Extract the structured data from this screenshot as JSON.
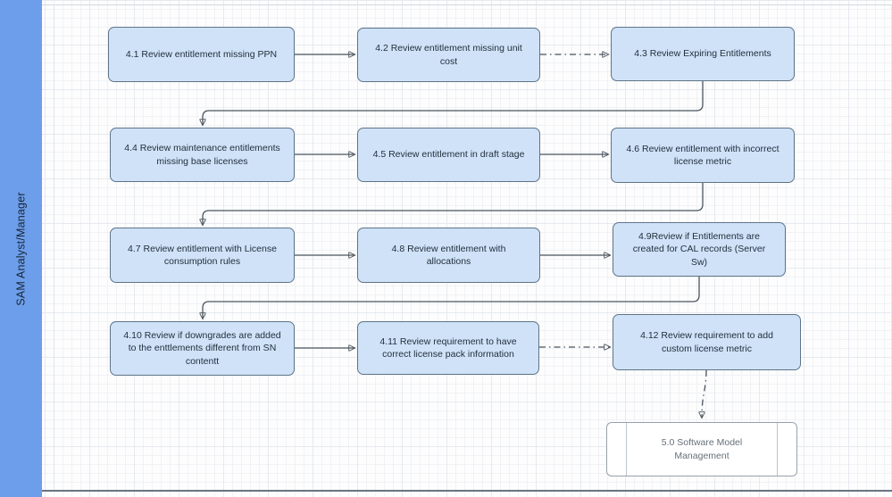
{
  "diagram": {
    "lane": {
      "label": "SAM Analyst/Manager",
      "color": "#6d9eeb"
    },
    "colors": {
      "node_fill": "#cfe2f8",
      "node_border": "#5e7488",
      "connector": "#4a545e",
      "subprocess_fill": "#ffffff",
      "subprocess_border": "#98a1aa"
    },
    "nodes": [
      {
        "id": "4.1",
        "type": "process",
        "label": "4.1 Review entitlement missing PPN"
      },
      {
        "id": "4.2",
        "type": "process",
        "label": "4.2 Review entitlement missing unit cost"
      },
      {
        "id": "4.3",
        "type": "process",
        "label": "4.3 Review Expiring Entitlements"
      },
      {
        "id": "4.4",
        "type": "process",
        "label": "4.4  Review maintenance entitlements missing base licenses"
      },
      {
        "id": "4.5",
        "type": "process",
        "label": "4.5 Review entitlement in draft stage"
      },
      {
        "id": "4.6",
        "type": "process",
        "label": "4.6 Review entitlement with incorrect license metric"
      },
      {
        "id": "4.7",
        "type": "process",
        "label": "4.7 Review entitlement with License consumption rules"
      },
      {
        "id": "4.8",
        "type": "process",
        "label": "4.8 Review entitlement with allocations"
      },
      {
        "id": "4.9",
        "type": "process",
        "label": "4.9Review if Entitlements are created for CAL records (Server Sw)"
      },
      {
        "id": "4.10",
        "type": "process",
        "label": "4.10  Review if downgrades are added to the enttlements different from SN contentt"
      },
      {
        "id": "4.11",
        "type": "process",
        "label": "4.11 Review requirement to have correct license pack information"
      },
      {
        "id": "4.12",
        "type": "process",
        "label": "4.12 Review requirement to add custom license metric"
      },
      {
        "id": "5.0",
        "type": "subprocess",
        "label": "5.0 Software Model Management"
      }
    ],
    "connectors": [
      {
        "from": "4.1",
        "to": "4.2",
        "style": "solid"
      },
      {
        "from": "4.2",
        "to": "4.3",
        "style": "dash-dot"
      },
      {
        "from": "4.3",
        "to": "4.4",
        "style": "solid"
      },
      {
        "from": "4.4",
        "to": "4.5",
        "style": "solid"
      },
      {
        "from": "4.5",
        "to": "4.6",
        "style": "solid"
      },
      {
        "from": "4.6",
        "to": "4.7",
        "style": "solid"
      },
      {
        "from": "4.7",
        "to": "4.8",
        "style": "solid"
      },
      {
        "from": "4.8",
        "to": "4.9",
        "style": "solid"
      },
      {
        "from": "4.9",
        "to": "4.10",
        "style": "solid"
      },
      {
        "from": "4.10",
        "to": "4.11",
        "style": "solid"
      },
      {
        "from": "4.11",
        "to": "4.12",
        "style": "dash-dot"
      },
      {
        "from": "4.12",
        "to": "5.0",
        "style": "dash-dot"
      }
    ]
  }
}
